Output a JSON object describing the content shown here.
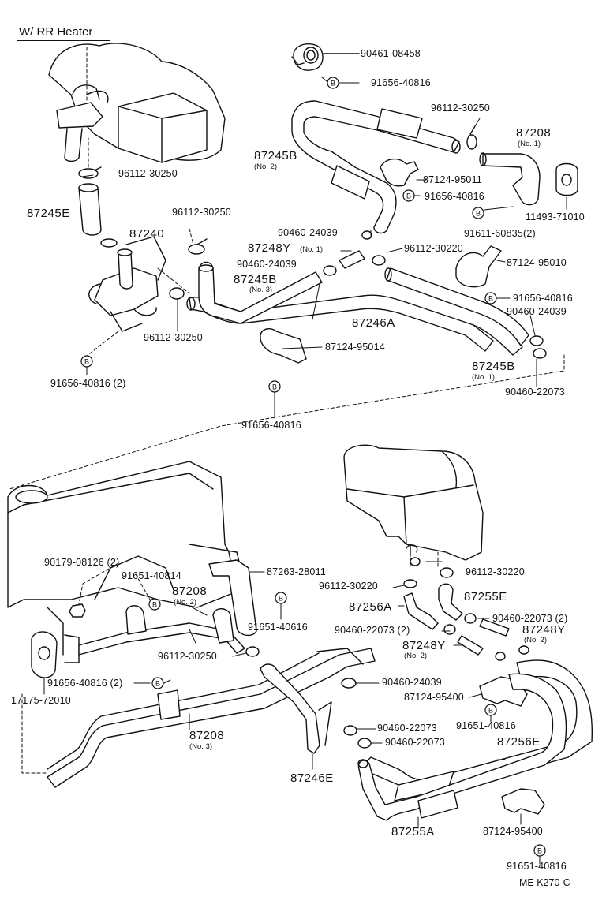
{
  "title": "W/ RR Heater",
  "diagram_code": "ME  K270-C",
  "bolt_symbol": "B",
  "labels": {
    "l90461_08458": "90461-08458",
    "l91656_40816_a": "91656-40816",
    "l96112_30250_a": "96112-30250",
    "l87208_1": "87208",
    "l87208_1_sub": "(No. 1)",
    "l87245B_2": "87245B",
    "l87245B_2_sub": "(No. 2)",
    "l87124_95011": "87124-95011",
    "l91656_40816_b": "91656-40816",
    "l11493_71010": "11493-71010",
    "l91611_60835": "91611-60835(2)",
    "l96112_30250_b": "96112-30250",
    "l87245E_a": "87245E",
    "l96112_30250_c": "96112-30250",
    "l87240": "87240",
    "l90460_24039_a": "90460-24039",
    "l87248Y_1": "87248Y",
    "l87248Y_1_sub": "(No. 1)",
    "l96112_30220_a": "96112-30220",
    "l90460_24039_b": "90460-24039",
    "l87124_95010": "87124-95010",
    "l87245B_3": "87245B",
    "l87245B_3_sub": "(No. 3)",
    "l91656_40816_c": "91656-40816",
    "l90460_24039_c": "90460-24039",
    "l87246A": "87246A",
    "l96112_30250_d": "96112-30250",
    "l87124_95014": "87124-95014",
    "l87245B_1": "87245B",
    "l87245B_1_sub": "(No. 1)",
    "l91656_40816_2": "91656-40816 (2)",
    "l90460_22073_a": "90460-22073",
    "l91656_40816_d": "91656-40816",
    "l90179_08126": "90179-08126 (2)",
    "l91651_40814": "91651-40814",
    "l87263_28011": "87263-28011",
    "l87208_2": "87208",
    "l87208_2_sub": "(No. 2)",
    "l96112_30220_b": "96112-30220",
    "l96112_30220_c": "96112-30220",
    "l87255E_a": "87255E",
    "l91651_40616": "91651-40616",
    "l87256A": "87256A",
    "l90460_22073_2a": "90460-22073 (2)",
    "l90460_22073_2b": "90460-22073 (2)",
    "l87248Y_2a": "87248Y",
    "l87248Y_2a_sub": "(No. 2)",
    "l87248Y_2b": "87248Y",
    "l87248Y_2b_sub": "(No. 2)",
    "l96112_30250_e": "96112-30250",
    "l90460_24039_d": "90460-24039",
    "l91656_40816_2b": "91656-40816 (2)",
    "l87124_95400_a": "87124-95400",
    "l17175_72010": "17175-72010",
    "l91651_40816_a": "91651-40816",
    "l90460_22073_b": "90460-22073",
    "l87208_3": "87208",
    "l87208_3_sub": "(No. 3)",
    "l90460_22073_c": "90460-22073",
    "l87256E": "87256E",
    "l87246E": "87246E",
    "l87255A": "87255A",
    "l87124_95400_b": "87124-95400",
    "l91651_40816_b": "91651-40816"
  }
}
